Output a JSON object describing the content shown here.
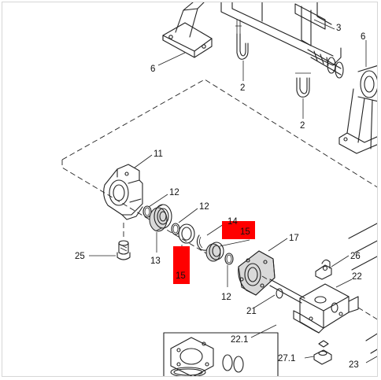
{
  "labels": {
    "l3": "3",
    "l6a": "6",
    "l6b": "6",
    "l2a": "2",
    "l2b": "2",
    "l11": "11",
    "l12a": "12",
    "l12b": "12",
    "l12c": "12",
    "l13": "13",
    "l14": "14",
    "l15a": "15",
    "l15b": "15",
    "l17": "17",
    "l21": "21",
    "l22": "22",
    "l221": "22.1",
    "l23": "23",
    "l25": "25",
    "l26": "26",
    "l271": "27.1"
  },
  "colors": {
    "highlight": "#ff0000",
    "line": "#222222"
  }
}
